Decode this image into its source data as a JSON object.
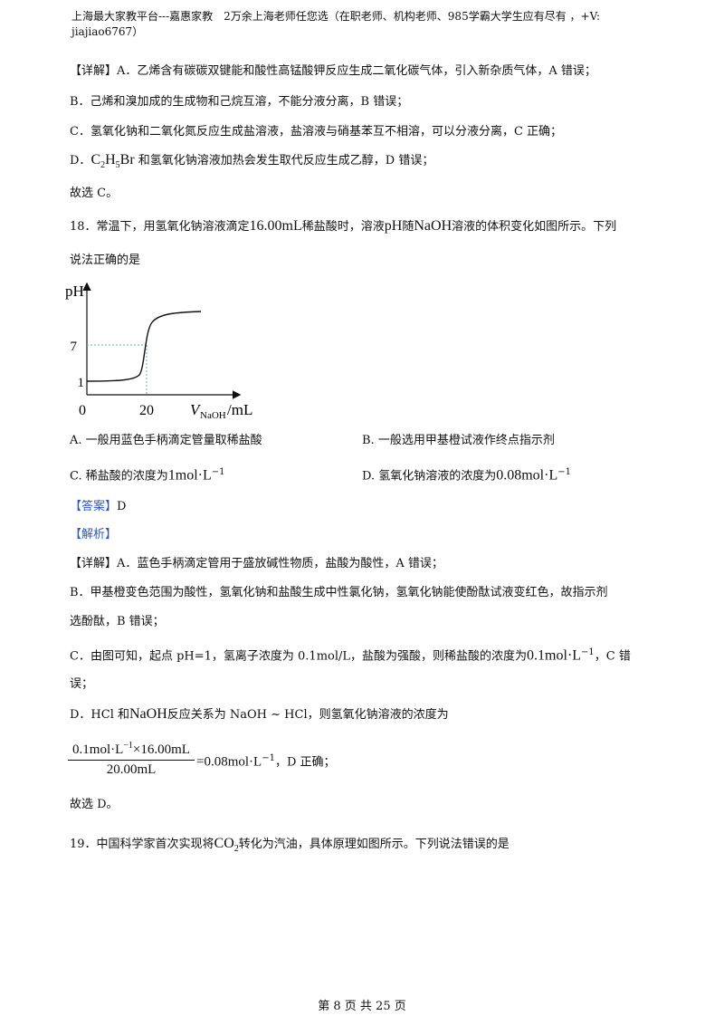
{
  "header": {
    "text": "上海最大家教平台---嘉惠家教　2万余上海老师任您选（在职老师、机构老师、985学霸大学生应有尽有 ，+V: jiajiao6767）"
  },
  "prev_answer": {
    "detail_a": "【详解】A．乙烯含有碳碳双键能和酸性高锰酸钾反应生成二氧化碳气体，引入新杂质气体，A 错误；",
    "detail_b": "B．己烯和溴加成的生成物和己烷互溶，不能分液分离，B 错误；",
    "detail_c": "C．氢氧化钠和二氧化氮反应生成盐溶液，盐溶液与硝基苯互不相溶，可以分液分离，C 正确；",
    "detail_d_prefix": "D．",
    "detail_d_formula_main": "C",
    "detail_d_formula_sub1": "2",
    "detail_d_formula_mid": "H",
    "detail_d_formula_sub2": "5",
    "detail_d_formula_end": "Br",
    "detail_d_rest": " 和氢氧化钠溶液加热会发生取代反应生成乙醇，D 错误；",
    "conclusion": "故选 C。"
  },
  "q18": {
    "stem_1a": "18．常温下，用氢氧化钠溶液滴定",
    "stem_vol": "16.00mL",
    "stem_1b": "稀盐酸时，溶液",
    "stem_ph": "pH",
    "stem_1c": "随",
    "stem_naoh": "NaOH",
    "stem_1d": "溶液的体积变化如图所示。下列",
    "stem_2": "说法正确的是",
    "chart": {
      "y_label": "pH",
      "y_ticks": [
        "7",
        "1"
      ],
      "x_ticks": [
        "0",
        "20"
      ],
      "x_label_v": "V",
      "x_label_sub": "NaOH",
      "x_label_unit": "/mL"
    },
    "options": {
      "a": "A. 一般用蓝色手柄滴定管量取稀盐酸",
      "b": "B. 一般选用甲基橙试液作终点指示剂",
      "c_prefix": "C. 稀盐酸的浓度为",
      "c_value": "1mol·L",
      "c_sup": "−1",
      "d_prefix": "D. 氢氧化钠溶液的浓度为",
      "d_value": "0.08mol·L",
      "d_sup": "−1"
    },
    "answer_tag": "【答案】",
    "answer_value": "D",
    "analysis_tag": "【解析】",
    "detail_a": "【详解】A．蓝色手柄滴定管用于盛放碱性物质，盐酸为酸性，A 错误；",
    "detail_b1": "B．甲基橙变色范围为酸性，氢氧化钠和盐酸生成中性氯化钠，氢氧化钠能使酚酞试液变红色，故指示剂",
    "detail_b2": "选酚酞，B 错误；",
    "detail_c1a": "C．由图可知，起点 pH=1，氢离子浓度为 0.1mol/L，盐酸为强酸，则稀盐酸的浓度为",
    "detail_c1_value": "0.1mol·L",
    "detail_c1_sup": "−1",
    "detail_c1b": "，C 错",
    "detail_c2": "误；",
    "detail_d_a": "D．HCl 和",
    "detail_d_naoh": "NaOH",
    "detail_d_b": "反应关系为 NaOH ~ HCl，则氢氧化钠溶液的浓度为",
    "frac_num_a": "0.1mol·L",
    "frac_num_sup": "−1",
    "frac_num_b": "×16.00mL",
    "frac_den": "20.00mL",
    "frac_result": "=0.08mol·L",
    "frac_result_sup": "−1",
    "frac_tail": "，D 正确；",
    "conclusion": "故选 D。"
  },
  "q19": {
    "stem_a": "19．中国科学家首次实现将",
    "formula_main": "CO",
    "formula_sub": "2",
    "stem_b": "转化为汽油，具体原理如图所示。下列说法错误的是"
  },
  "footer": {
    "text": "第 8 页 共 25 页"
  }
}
